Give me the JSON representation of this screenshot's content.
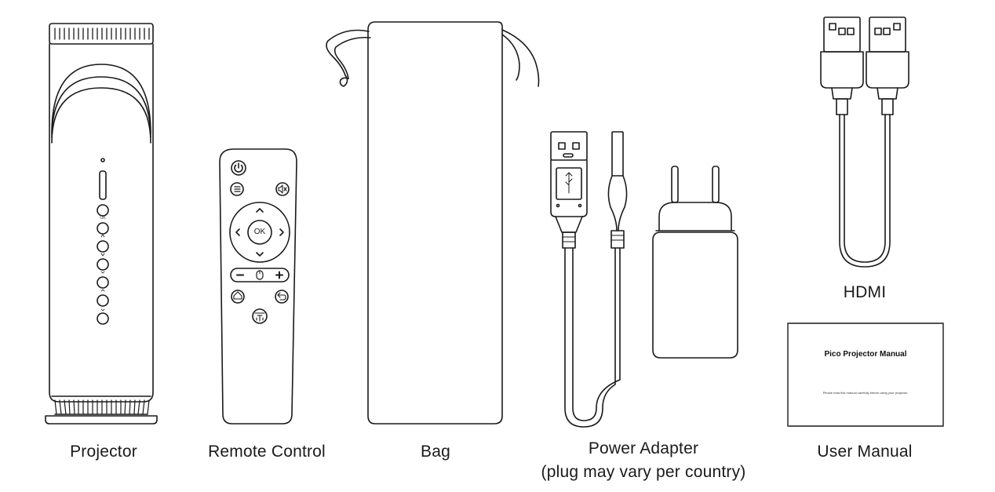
{
  "items": [
    {
      "id": "projector",
      "caption": "Projector"
    },
    {
      "id": "remote",
      "caption": "Remote Control"
    },
    {
      "id": "bag",
      "caption": "Bag"
    },
    {
      "id": "power",
      "caption": "Power Adapter",
      "caption_line2": "(plug may vary per country)"
    },
    {
      "id": "hdmi",
      "caption": "HDMI"
    },
    {
      "id": "manual",
      "caption": "User Manual"
    }
  ],
  "manual": {
    "title": "Pico Projector Manual",
    "note": "Please read this manual carefully before using your projector."
  },
  "remote_ok_label": "OK",
  "projector_ok_label": "OK"
}
